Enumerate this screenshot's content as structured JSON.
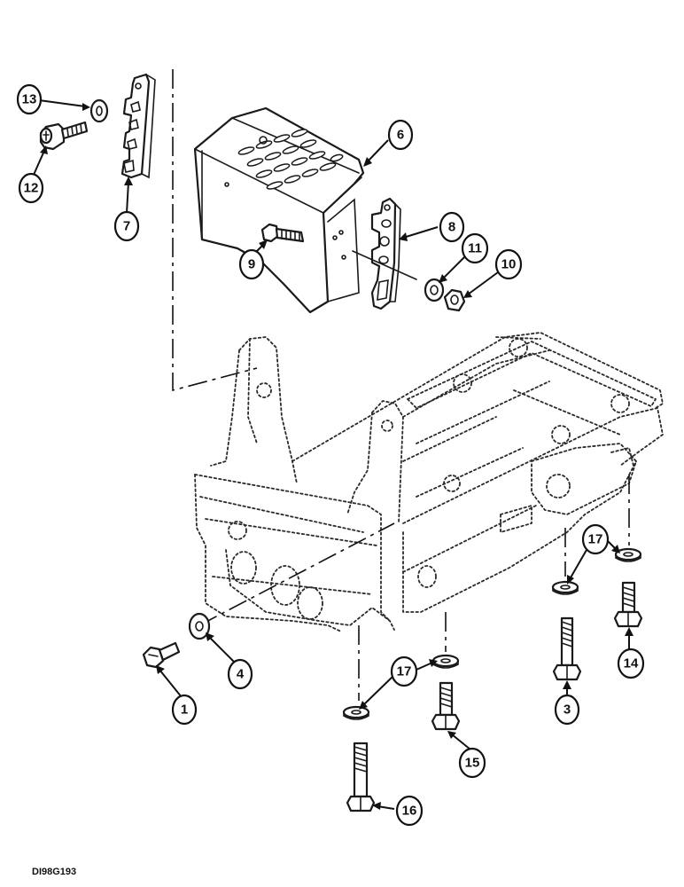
{
  "figure_id": "DI98G193",
  "parts": [
    {
      "id": "part-1",
      "number": "1"
    },
    {
      "id": "part-3",
      "number": "3"
    },
    {
      "id": "part-4",
      "number": "4"
    },
    {
      "id": "part-6",
      "number": "6"
    },
    {
      "id": "part-7",
      "number": "7"
    },
    {
      "id": "part-8",
      "number": "8"
    },
    {
      "id": "part-9",
      "number": "9"
    },
    {
      "id": "part-10",
      "number": "10"
    },
    {
      "id": "part-11",
      "number": "11"
    },
    {
      "id": "part-12",
      "number": "12"
    },
    {
      "id": "part-13",
      "number": "13"
    },
    {
      "id": "part-14",
      "number": "14"
    },
    {
      "id": "part-15",
      "number": "15"
    },
    {
      "id": "part-16",
      "number": "16"
    },
    {
      "id": "part-17a",
      "number": "17"
    },
    {
      "id": "part-17b",
      "number": "17"
    }
  ]
}
